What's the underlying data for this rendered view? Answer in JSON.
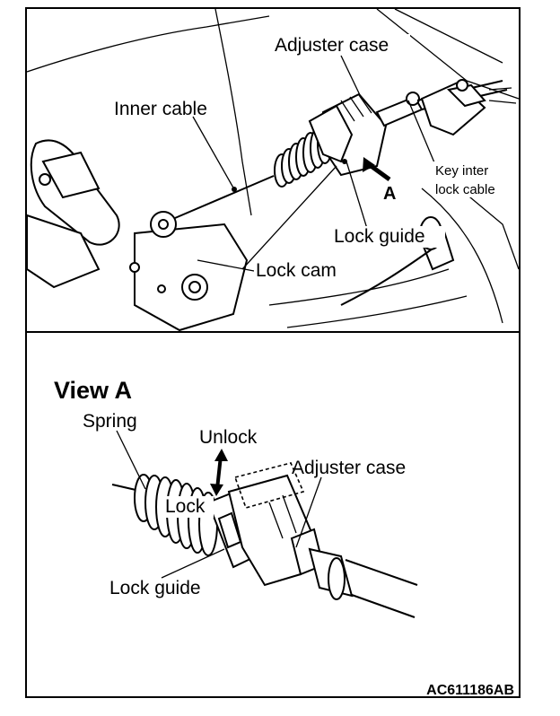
{
  "top_view": {
    "labels": {
      "adjuster_case": "Adjuster case",
      "inner_cable": "Inner cable",
      "key_interlock_line1": "Key inter",
      "key_interlock_line2": "lock cable",
      "arrow_a": "A",
      "lock_guide": "Lock guide",
      "lock_cam": "Lock cam"
    }
  },
  "view_a": {
    "title": "View A",
    "labels": {
      "spring": "Spring",
      "unlock": "Unlock",
      "lock": "Lock",
      "adjuster_case": "Adjuster case",
      "lock_guide": "Lock guide"
    }
  },
  "figure_code": "AC611186AB"
}
